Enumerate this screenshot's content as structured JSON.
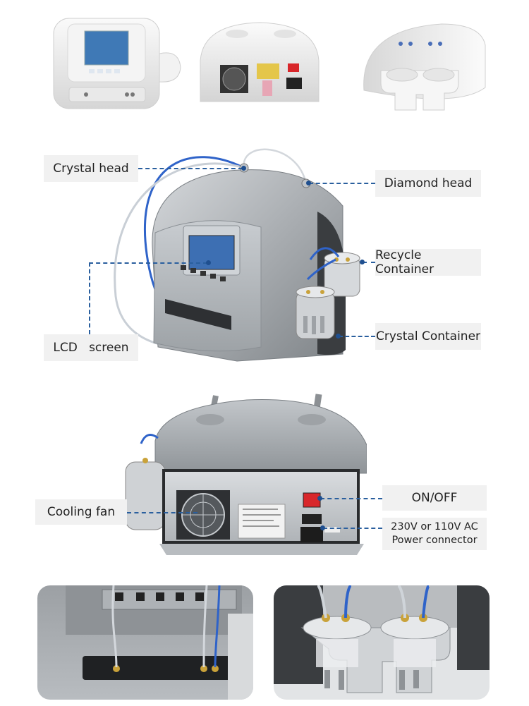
{
  "labels": {
    "crystal_head": "Crystal head",
    "diamond_head": "Diamond head",
    "recycle_container": "Recycle Container",
    "crystal_container": "Crystal Container",
    "lcd_screen": "LCD   screen",
    "cooling_fan": "Cooling fan",
    "on_off": "ON/OFF",
    "power_line1": "230V or 110V AC",
    "power_line2": "Power connector"
  },
  "colors": {
    "leader": "#2a5f9e",
    "label_bg": "#f1f1f1",
    "device_silver": "#a9adb1",
    "device_white": "#eeeeee",
    "tube_blue": "#2f63c9",
    "switch_red": "#d8262a",
    "lcd_blue": "#3d6fb3"
  }
}
